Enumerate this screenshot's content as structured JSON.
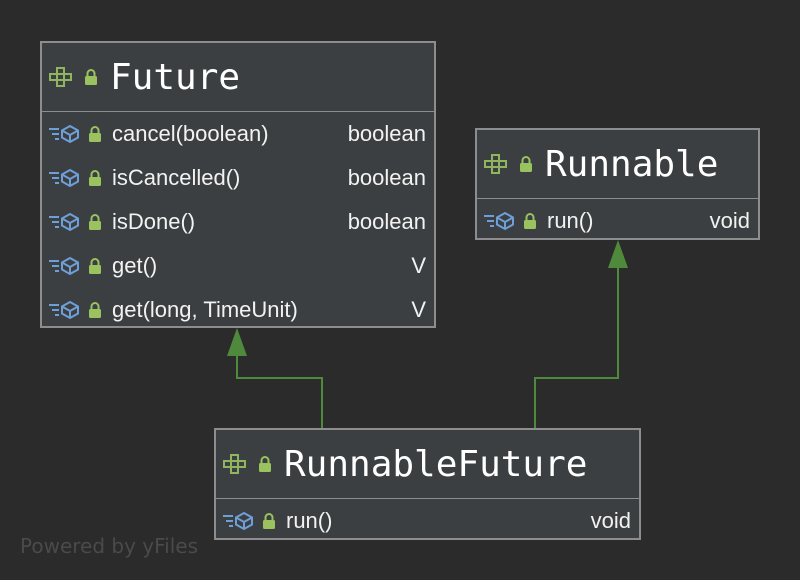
{
  "diagram": {
    "nodes": [
      {
        "id": "future",
        "title": "Future",
        "kind_icon": "interface-icon",
        "access_icon": "lock-icon",
        "members": [
          {
            "name": "cancel(boolean)",
            "type": "boolean",
            "kind_icon": "method-icon",
            "access_icon": "lock-icon"
          },
          {
            "name": "isCancelled()",
            "type": "boolean",
            "kind_icon": "method-icon",
            "access_icon": "lock-icon"
          },
          {
            "name": "isDone()",
            "type": "boolean",
            "kind_icon": "method-icon",
            "access_icon": "lock-icon"
          },
          {
            "name": "get()",
            "type": "V",
            "kind_icon": "method-icon",
            "access_icon": "lock-icon"
          },
          {
            "name": "get(long, TimeUnit)",
            "type": "V",
            "kind_icon": "method-icon",
            "access_icon": "lock-icon"
          }
        ]
      },
      {
        "id": "runnable",
        "title": "Runnable",
        "kind_icon": "interface-icon",
        "access_icon": "lock-icon",
        "members": [
          {
            "name": "run()",
            "type": "void",
            "kind_icon": "method-icon",
            "access_icon": "lock-icon"
          }
        ]
      },
      {
        "id": "runnable-future",
        "title": "RunnableFuture",
        "kind_icon": "interface-icon",
        "access_icon": "lock-icon",
        "members": [
          {
            "name": "run()",
            "type": "void",
            "kind_icon": "method-icon",
            "access_icon": "lock-icon"
          }
        ]
      }
    ],
    "edges": [
      {
        "from": "runnable-future",
        "to": "future",
        "relation": "extends"
      },
      {
        "from": "runnable-future",
        "to": "runnable",
        "relation": "extends"
      }
    ]
  },
  "colors": {
    "background": "#2b2b2b",
    "node_fill": "#3c3f41",
    "node_border": "#8d8d8d",
    "edge": "#4f8a3c",
    "interface_icon": "#8fb55e",
    "method_icon": "#6e9fd8",
    "lock_icon": "#9ac25f"
  },
  "footer": {
    "text": "Powered by yFiles"
  }
}
